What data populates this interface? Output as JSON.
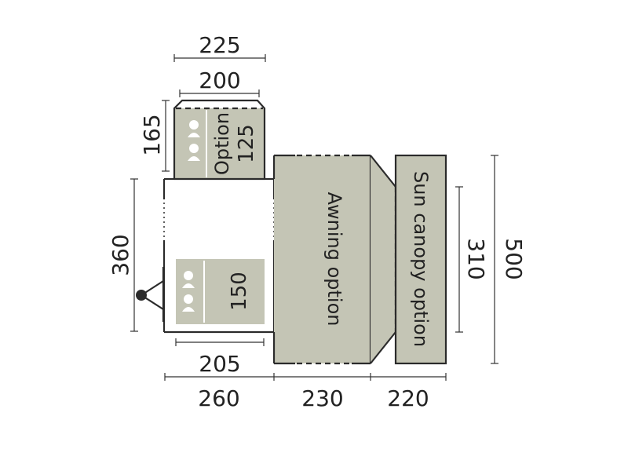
{
  "dimensions": {
    "top_outer": "225",
    "top_inner": "200",
    "bed_depth": "165",
    "body_height": "360",
    "bed_width": "205",
    "body_width": "260",
    "awning_width": "230",
    "canopy_width": "220",
    "canopy_inner": "310",
    "overall_depth": "500"
  },
  "labels": {
    "option_bed_line1": "Option",
    "option_bed_line2": "125",
    "main_bed": "150",
    "awning": "Awning option",
    "canopy": "Sun canopy option"
  },
  "colors": {
    "fill": "#c4c5b5",
    "stroke": "#2b2b2b"
  }
}
